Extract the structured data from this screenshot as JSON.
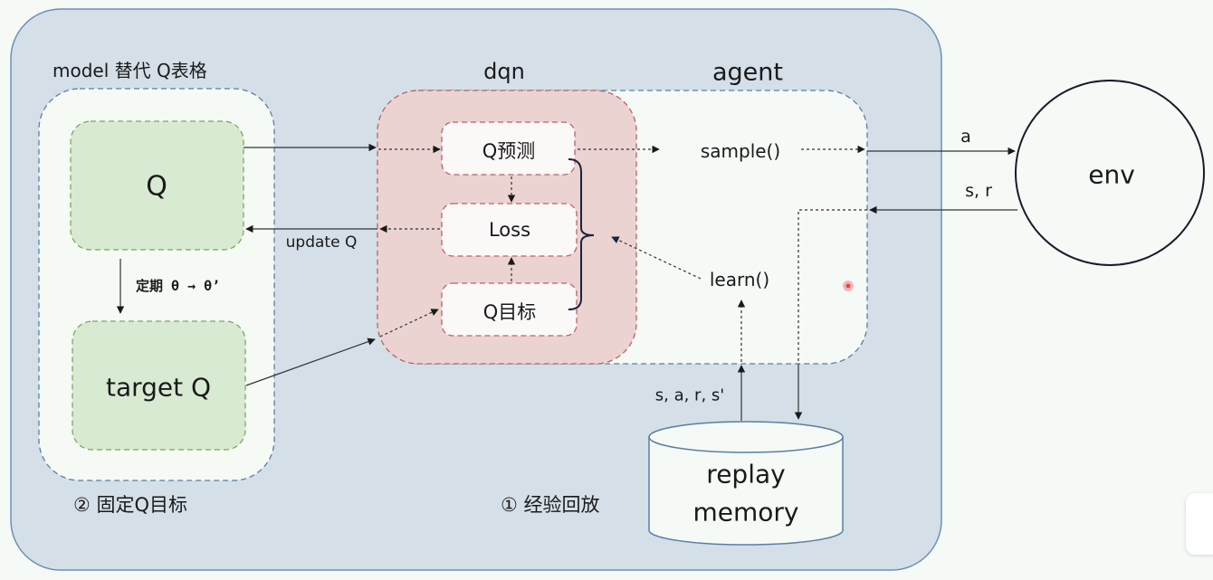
{
  "labels": {
    "model_title": "model 替代  Q表格",
    "dqn_title": "dqn",
    "agent_title": "agent",
    "q_box": "Q",
    "target_q_box": "target Q",
    "q_predict": "Q预测",
    "loss": "Loss",
    "q_target": "Q目标",
    "sample": "sample()",
    "learn": "learn()",
    "update_q": "update Q",
    "periodic_copy": "定期 θ → θ’",
    "action": "a",
    "state_reward": "s, r",
    "env": "env",
    "transition": "s, a, r, s'",
    "replay_line1": "replay",
    "replay_line2": "memory",
    "fixed_q_target": "② 固定Q目标",
    "experience_replay": "① 经验回放"
  },
  "colors": {
    "outer_fill": "#d4dfe7",
    "outer_stroke": "#6b8fb8",
    "model_fill": "#f5faf5",
    "green_fill": "#d9ead3",
    "green_stroke": "#7fa85a",
    "dqn_fill": "#ead3d1",
    "dqn_stroke": "#c06060",
    "agent_fill": "#f5faf6"
  }
}
